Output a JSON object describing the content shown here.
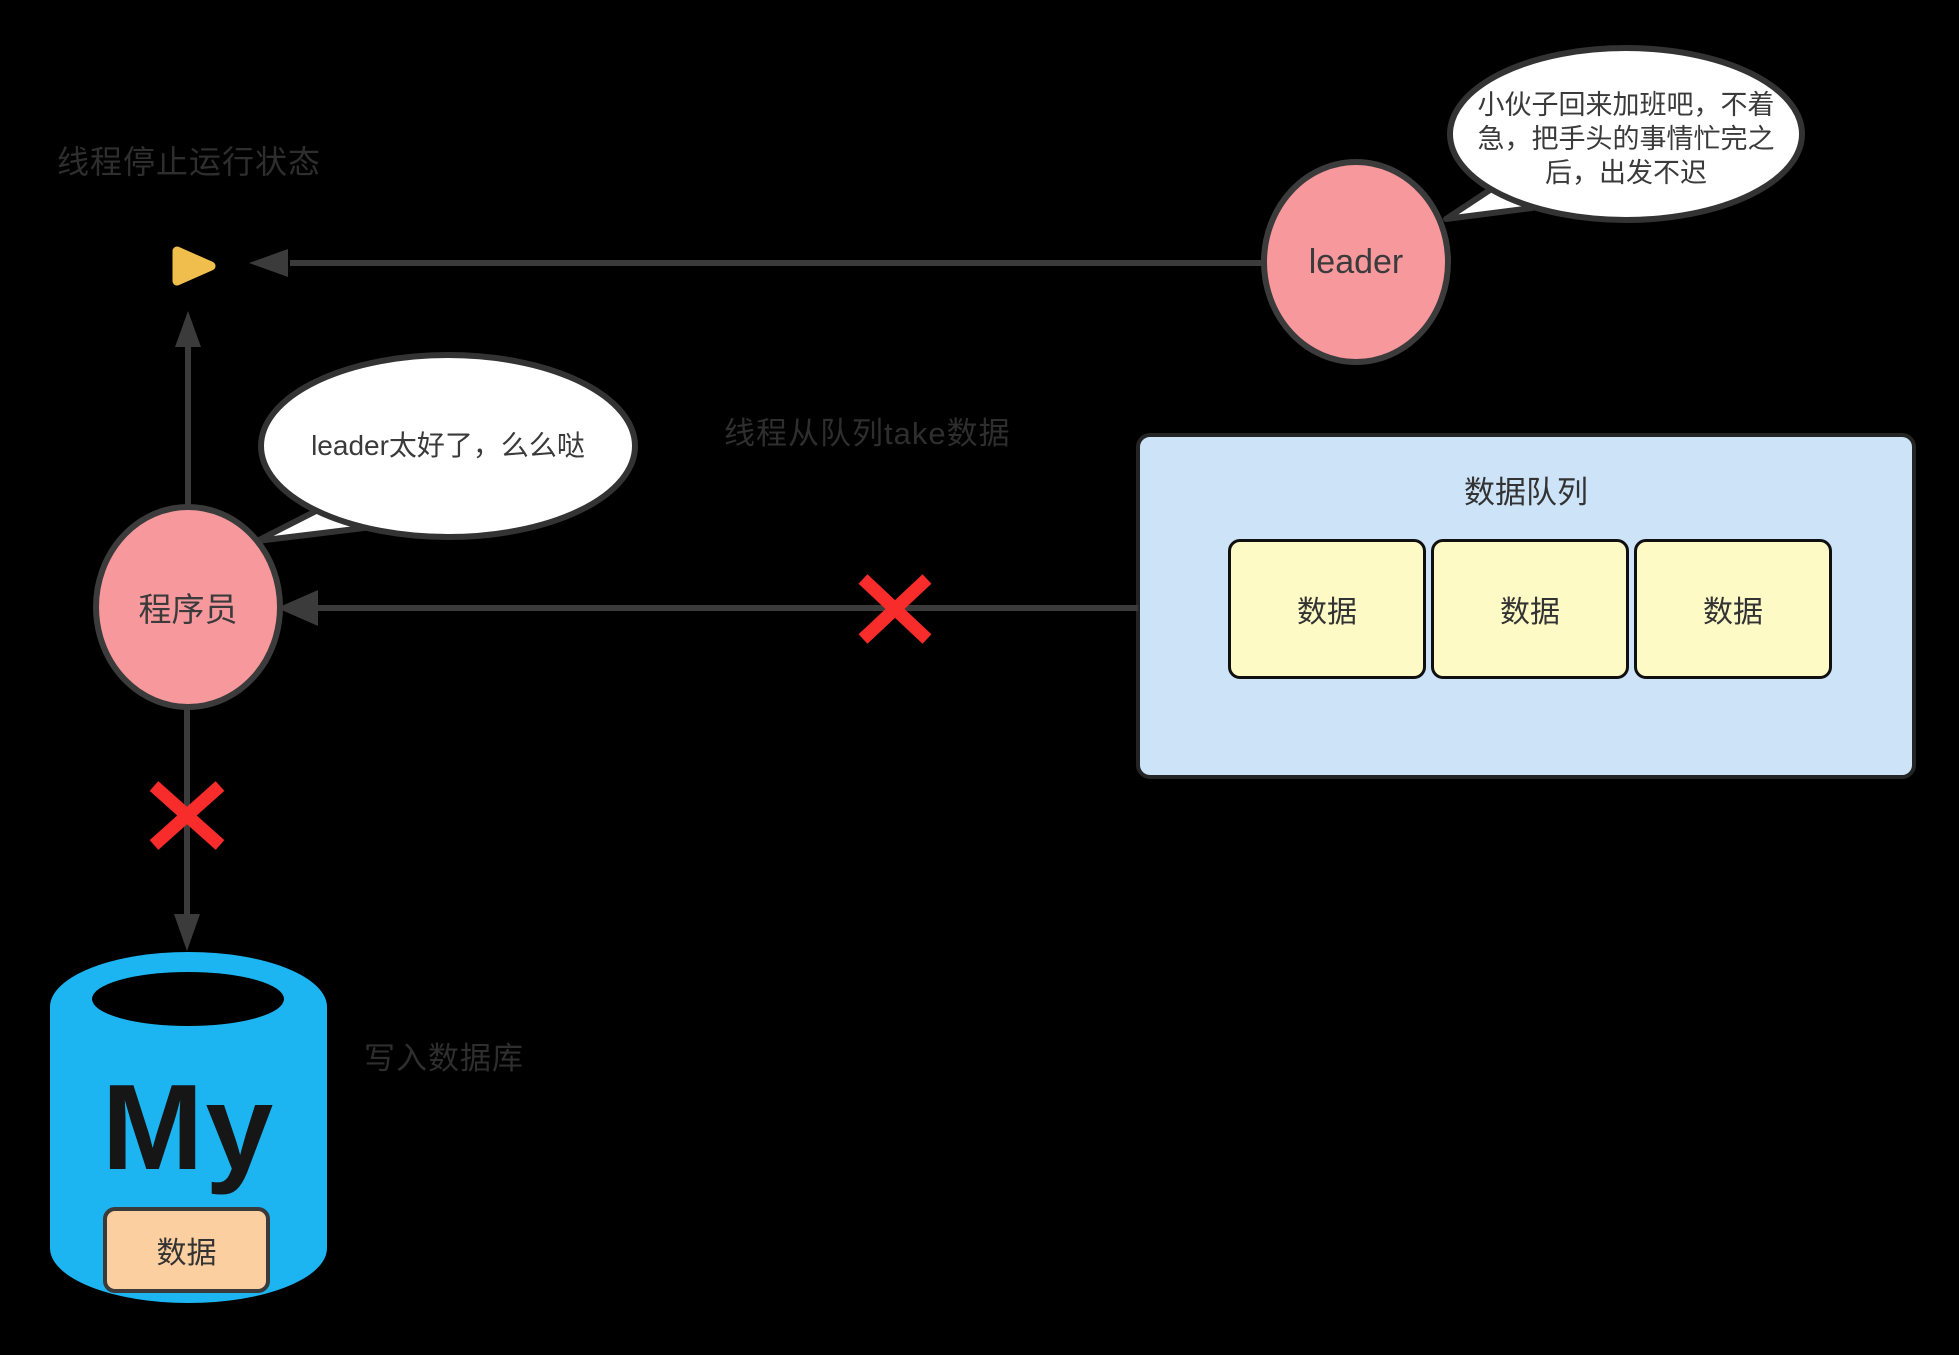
{
  "captions": {
    "thread_stopped": "线程停止运行状态",
    "take_from_queue": "线程从队列take数据",
    "write_database": "写入数据库"
  },
  "leader": {
    "label": "leader",
    "speech": "小伙子回来加班吧，不着\n急，把手头的事情忙完之\n后，出发不迟"
  },
  "programmer": {
    "label": "程序员",
    "speech": "leader太好了，么么哒"
  },
  "queue": {
    "title": "数据队列",
    "items": [
      {
        "label": "数据"
      },
      {
        "label": "数据"
      },
      {
        "label": "数据"
      }
    ]
  },
  "database": {
    "logo": "My",
    "data_label": "数据"
  },
  "colors": {
    "circle_fill": "#F7989D",
    "queue_panel": "#CDE4F8",
    "queue_item": "#FDFAC6",
    "cylinder": "#1CB5F2",
    "data_box": "#FBCFA0",
    "cross": "#F92C2C",
    "triangle": "#EFBE4D",
    "connector": "#3b3b3b"
  }
}
